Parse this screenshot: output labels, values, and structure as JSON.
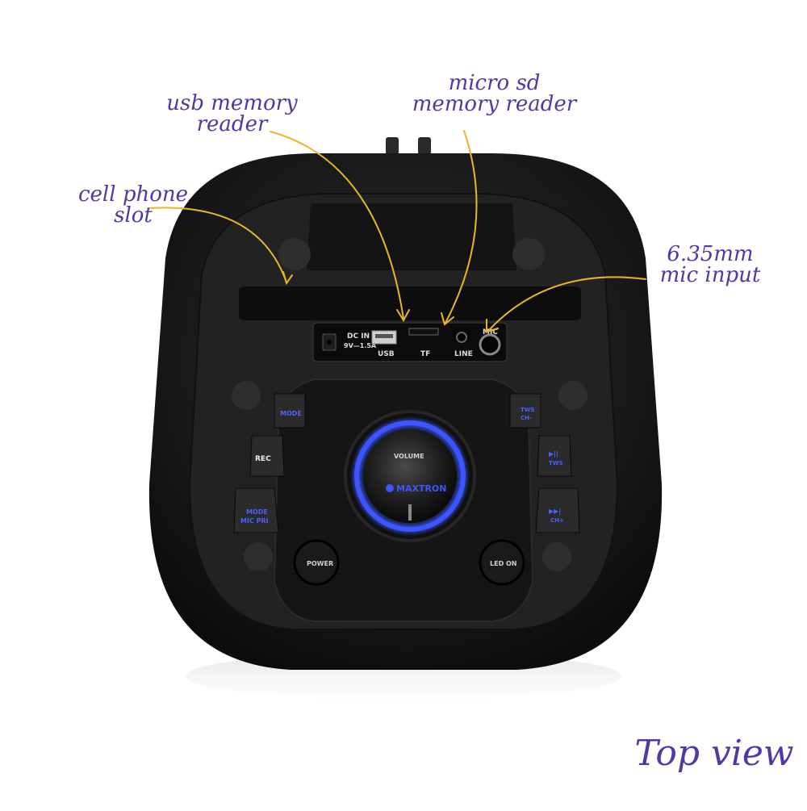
{
  "annotations": {
    "usb": [
      "usb memory",
      "reader"
    ],
    "microsd": [
      "micro sd",
      "memory reader"
    ],
    "cell_phone": [
      "cell phone",
      "slot"
    ],
    "mic": [
      "6.35mm",
      "mic input"
    ],
    "view": "Top view"
  },
  "panel": {
    "dc_in": "DC IN",
    "dc_rating": "9V—1.5A",
    "usb": "USB",
    "tf": "TF",
    "line": "LINE",
    "mic": "MIC"
  },
  "controls": {
    "left_buttons": [
      "MODE",
      "REC",
      "MODE",
      "MIC PRI"
    ],
    "right_buttons": [
      "TWS",
      "CH-",
      "▶||",
      "TWS",
      "▶▶|",
      "CH+"
    ],
    "volume": "VOLUME",
    "brand": "MAXTRON",
    "power": "POWER",
    "led": "LED ON"
  },
  "colors": {
    "annotation": "#4b3aa8",
    "arrow": "#e8b824",
    "body": "#1b1b1b",
    "glow": "#3b55ff"
  }
}
